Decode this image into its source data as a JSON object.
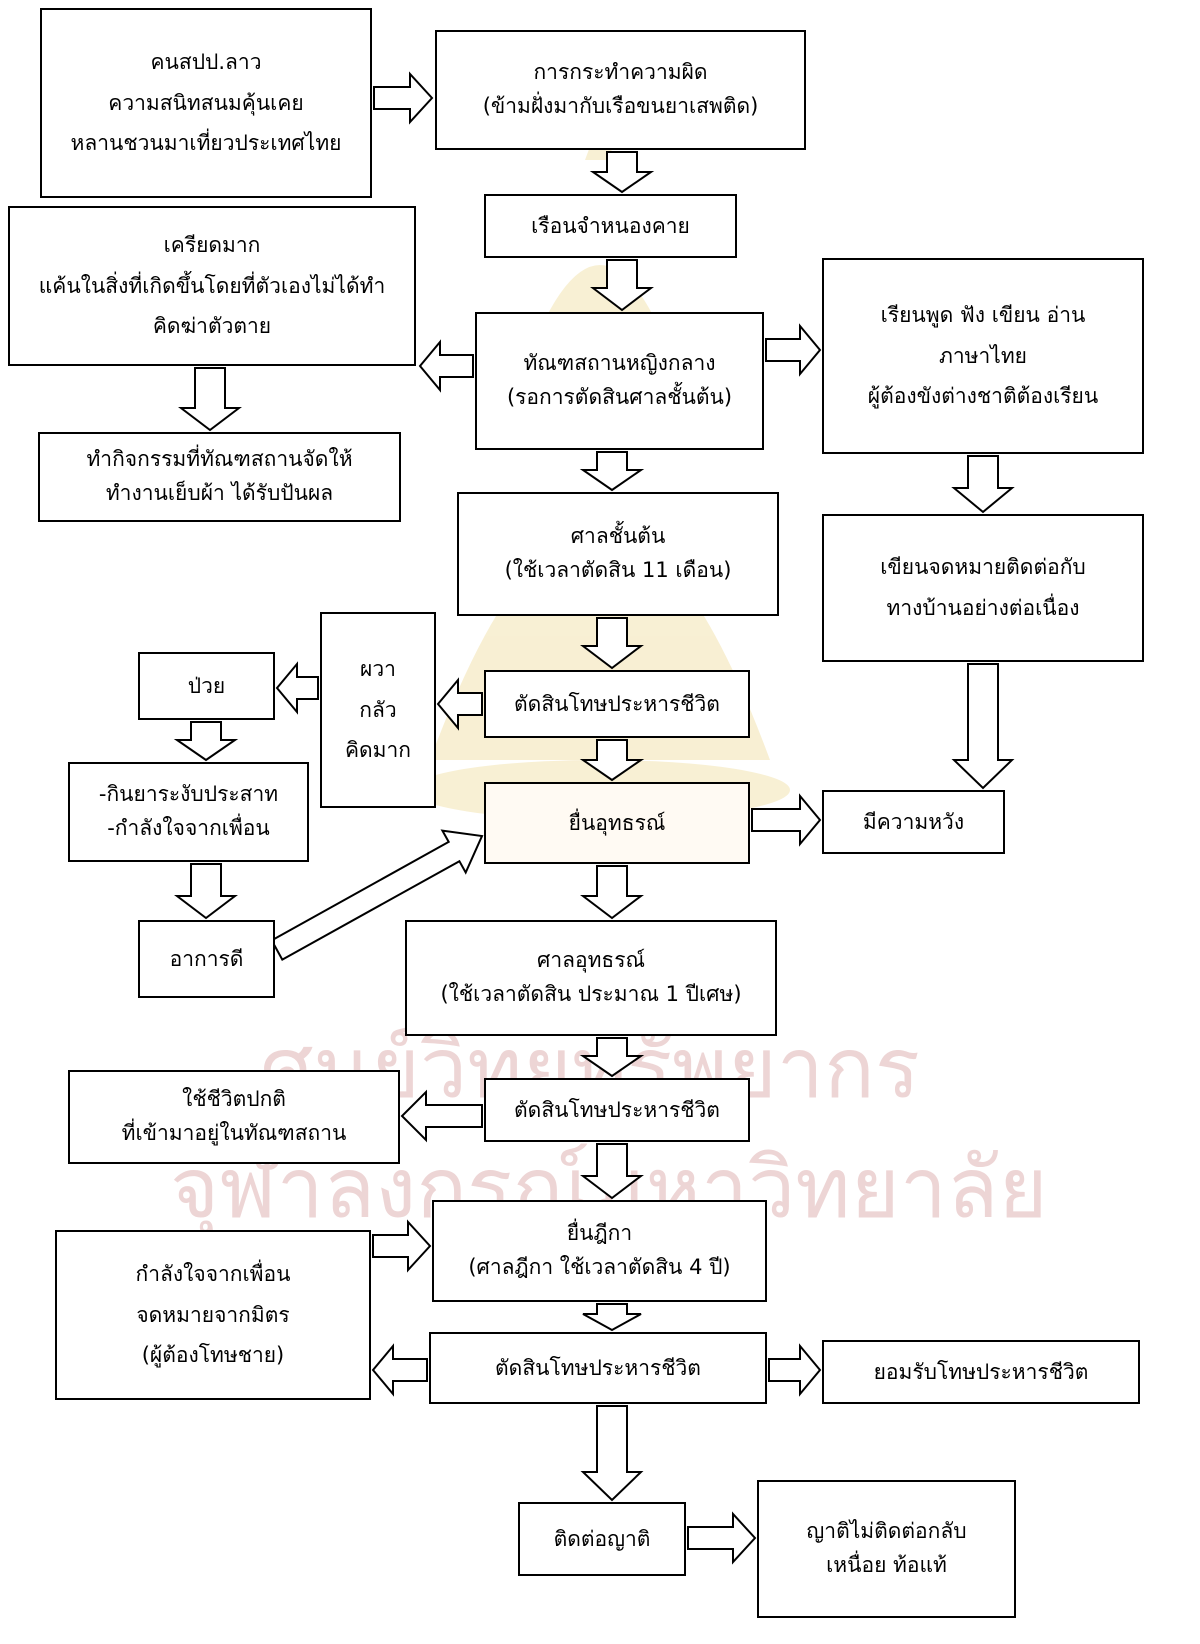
{
  "watermark": {
    "line1": "ศูนย์วิทยทรัพยากร",
    "line2": "จุฬาลงกรณ์มหาวิทยาลัย",
    "color": "#d9a3a3",
    "emblem_color": "#f3e3b0"
  },
  "nodes": {
    "origin": [
      "คนสปป.ลาว",
      "ความสนิทสนมคุ้นเคย",
      "หลานชวนมาเที่ยวประเทศไทย"
    ],
    "offense": [
      "การกระทำความผิด",
      "(ข้ามฝั่งมากับเรือขนยาเสพติด)"
    ],
    "nongkhai_jail": [
      "เรือนจำหนองคาย"
    ],
    "stress": [
      "เครียดมาก",
      "แค้นในสิ่งที่เกิดขึ้นโดยที่ตัวเองไม่ได้ทำ",
      "คิดฆ่าตัวตาย"
    ],
    "central_prison": [
      "ทัณฑสถานหญิงกลาง",
      "(รอการตัดสินศาลชั้นต้น)"
    ],
    "learn_thai": [
      "เรียนพูด ฟัง เขียน อ่าน",
      "ภาษาไทย",
      "ผู้ต้องขังต่างชาติต้องเรียน"
    ],
    "activities": [
      "ทำกิจกรรมที่ทัณฑสถานจัดให้",
      "ทำงานเย็บผ้า ได้รับปันผล"
    ],
    "first_court": [
      "ศาลชั้นต้น",
      "(ใช้เวลาตัดสิน 11 เดือน)"
    ],
    "letters_home": [
      "เขียนจดหมายติดต่อกับ",
      "ทางบ้านอย่างต่อเนื่อง"
    ],
    "sick": [
      "ป่วย"
    ],
    "fear": [
      "ผวา",
      "กลัว",
      "คิดมาก"
    ],
    "death_1": [
      "ตัดสินโทษประหารชีวิต"
    ],
    "medicine": [
      "-กินยาระงับประสาท",
      "-กำลังใจจากเพื่อน"
    ],
    "appeal": [
      "ยื่นอุทธรณ์"
    ],
    "hope": [
      "มีความหวัง"
    ],
    "better": [
      "อาการดี"
    ],
    "appeal_court": [
      "ศาลอุทธรณ์",
      "(ใช้เวลาตัดสิน ประมาณ 1 ปีเศษ)"
    ],
    "normal_life": [
      "ใช้ชีวิตปกติ",
      "ที่เข้ามาอยู่ในทัณฑสถาน"
    ],
    "death_2": [
      "ตัดสินโทษประหารชีวิต"
    ],
    "supreme": [
      "ยื่นฎีกา",
      "(ศาลฎีกา ใช้เวลาตัดสิน  4 ปี)"
    ],
    "support": [
      "กำลังใจจากเพื่อน",
      "จดหมายจากมิตร",
      "(ผู้ต้องโทษชาย)"
    ],
    "death_3": [
      "ตัดสินโทษประหารชีวิต"
    ],
    "accept": [
      "ยอมรับโทษประหารชีวิต"
    ],
    "contact_relatives": [
      "ติดต่อญาติ"
    ],
    "no_reply": [
      "ญาติไม่ติดต่อกลับ",
      "เหนื่อย ท้อแท้"
    ]
  }
}
